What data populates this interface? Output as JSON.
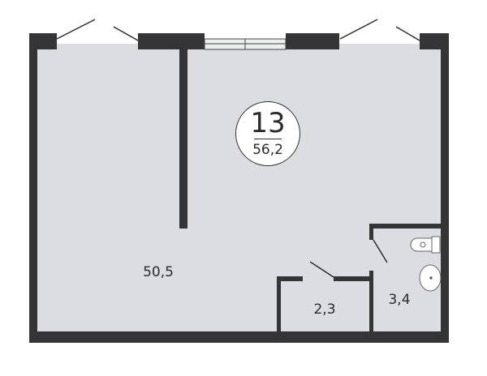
{
  "apartment": {
    "number": "13",
    "total_area": "56,2"
  },
  "rooms": [
    {
      "name": "main-room",
      "area": "50,5"
    },
    {
      "name": "closet",
      "area": "2,3"
    },
    {
      "name": "bathroom",
      "area": "3,4"
    }
  ],
  "colors": {
    "wall": "#353537",
    "floor": "#dcdde0",
    "background": "#ffffff"
  }
}
